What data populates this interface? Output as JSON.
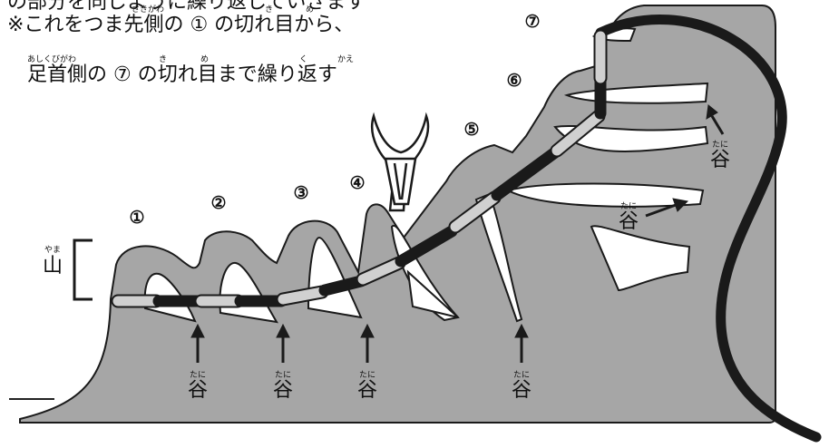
{
  "instructions": {
    "line0": "の部分を同じように繰り返していきます",
    "line1_prefix": "※これをつま",
    "line1_word_a": "先側",
    "line1_mid": "の ① の",
    "line1_word_b": "切",
    "line1_rest": "れ",
    "line1_word_c": "目",
    "line1_end": "から、",
    "line1_ruby_a": "さきがわ",
    "line1_ruby_b": "き",
    "line1_ruby_c": "め",
    "line2_word_a": "足首側",
    "line2_mid": "の ⑦ の",
    "line2_word_b": "切",
    "line2_rest": "れ",
    "line2_word_c": "目",
    "line2_mid2": "まで",
    "line2_word_d": "繰",
    "line2_rest2": "り",
    "line2_word_e": "返",
    "line2_end": "す",
    "line2_ruby_a": "あしくびがわ",
    "line2_ruby_b": "き",
    "line2_ruby_c": "め",
    "line2_ruby_d": "く",
    "line2_ruby_e": "かえ"
  },
  "slit_numbers": [
    "①",
    "②",
    "③",
    "④",
    "⑤",
    "⑥",
    "⑦"
  ],
  "labels": {
    "mountain": "山",
    "mountain_ruby": "やま",
    "valley": "谷",
    "valley_ruby": "たに"
  },
  "colors": {
    "paper": "#a6a6a6",
    "outline": "#1a1a1a",
    "lace_dark": "#1a1a1a",
    "lace_light": "#c8c8c8",
    "background": "#ffffff"
  },
  "icons": [
    "clothespin-icon",
    "arrow-up-icon",
    "arrow-diagonal-icon"
  ]
}
